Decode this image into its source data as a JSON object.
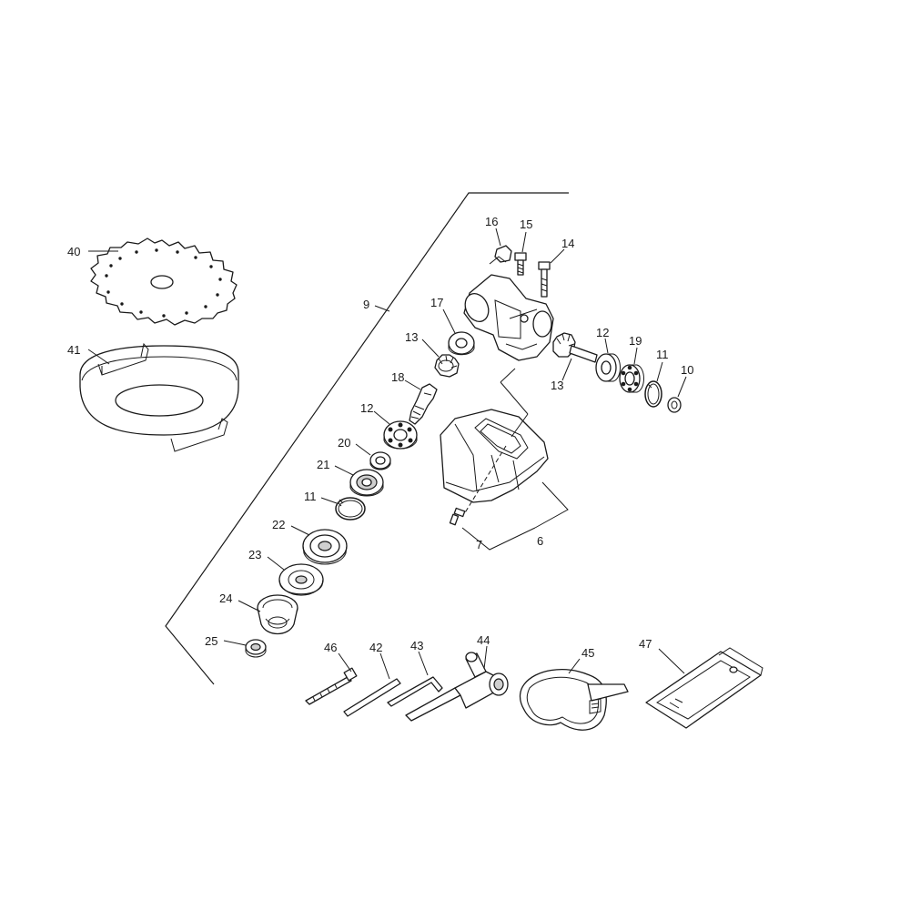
{
  "callouts": {
    "c40": "40",
    "c41": "41",
    "c9": "9",
    "c16": "16",
    "c15": "15",
    "c14": "14",
    "c17": "17",
    "c13a": "13",
    "c18": "18",
    "c12a": "12",
    "c20": "20",
    "c21": "21",
    "c11a": "11",
    "c22": "22",
    "c23": "23",
    "c24": "24",
    "c25": "25",
    "c12b": "12",
    "c19": "19",
    "c11b": "11",
    "c10": "10",
    "c13b": "13",
    "c7": "7",
    "c6": "6",
    "c46": "46",
    "c42": "42",
    "c43": "43",
    "c44": "44",
    "c45": "45",
    "c47": "47"
  },
  "colors": {
    "line": "#1a1a1a",
    "background": "#ffffff",
    "shade": "#cfcfcf"
  }
}
